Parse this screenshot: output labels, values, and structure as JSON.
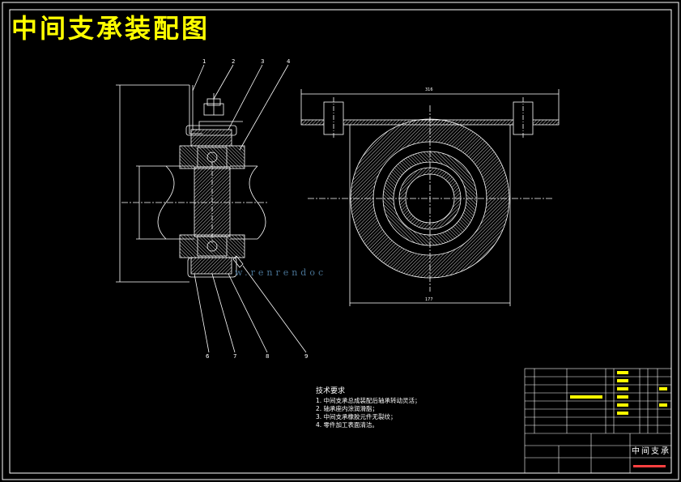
{
  "drawing_title": "中间支承装配图",
  "watermark_text": "w.renrendoc",
  "title_block_name": "中间支承",
  "tech_requirements": {
    "heading": "技术要求",
    "items": [
      "1. 中间支承总成装配后轴承转动灵活；",
      "2. 轴承座内涂润滑脂；",
      "3. 中间支承橡胶元件无裂纹；",
      "4. 零件加工表面清洁。"
    ]
  },
  "part_callouts_top": [
    "1",
    "2",
    "3",
    "4"
  ],
  "part_callouts_bottom": [
    "6",
    "7",
    "8",
    "9"
  ],
  "dimensions": {
    "top_width": "316",
    "bottom_width": "177"
  },
  "colors": {
    "line": "#ffffff",
    "title": "#ffff00",
    "hatch": "#ffffff",
    "watermark": "#5a8fb8"
  }
}
